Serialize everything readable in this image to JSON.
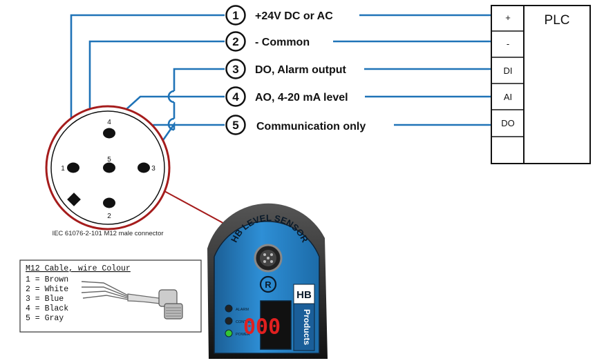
{
  "signals": [
    {
      "num": "1",
      "label": "+24V DC or AC"
    },
    {
      "num": "2",
      "label": "- Common"
    },
    {
      "num": "3",
      "label": "DO, Alarm output"
    },
    {
      "num": "4",
      "label": "AO, 4-20 mA level"
    },
    {
      "num": "5",
      "label": "Communication only"
    }
  ],
  "plc": {
    "title": "PLC",
    "terminals": [
      "+",
      "-",
      "DI",
      "AI",
      "DO",
      ""
    ]
  },
  "connector": {
    "caption": "IEC 61076-2-101 M12 male connector",
    "pins": [
      "1",
      "2",
      "3",
      "4",
      "5"
    ]
  },
  "cable_legend": {
    "title": "M12 Cable, wire Colour",
    "rows": [
      "1 = Brown",
      "2 = White",
      "3 = Blue",
      "4 = Black",
      "5 = Gray"
    ]
  },
  "sensor": {
    "brand_text": "HB LEVEL SENSOR",
    "registered": "R",
    "logo_top": "HB",
    "logo_side": "Products",
    "leds": [
      "ALARM",
      "CONTROL",
      "POWER"
    ],
    "display": "000"
  },
  "colors": {
    "wire": "#1f73b7",
    "connector_ring": "#a51c1c",
    "sensor_body": "#2a86c9",
    "display_red": "#e02020",
    "power_led": "#34c534"
  }
}
